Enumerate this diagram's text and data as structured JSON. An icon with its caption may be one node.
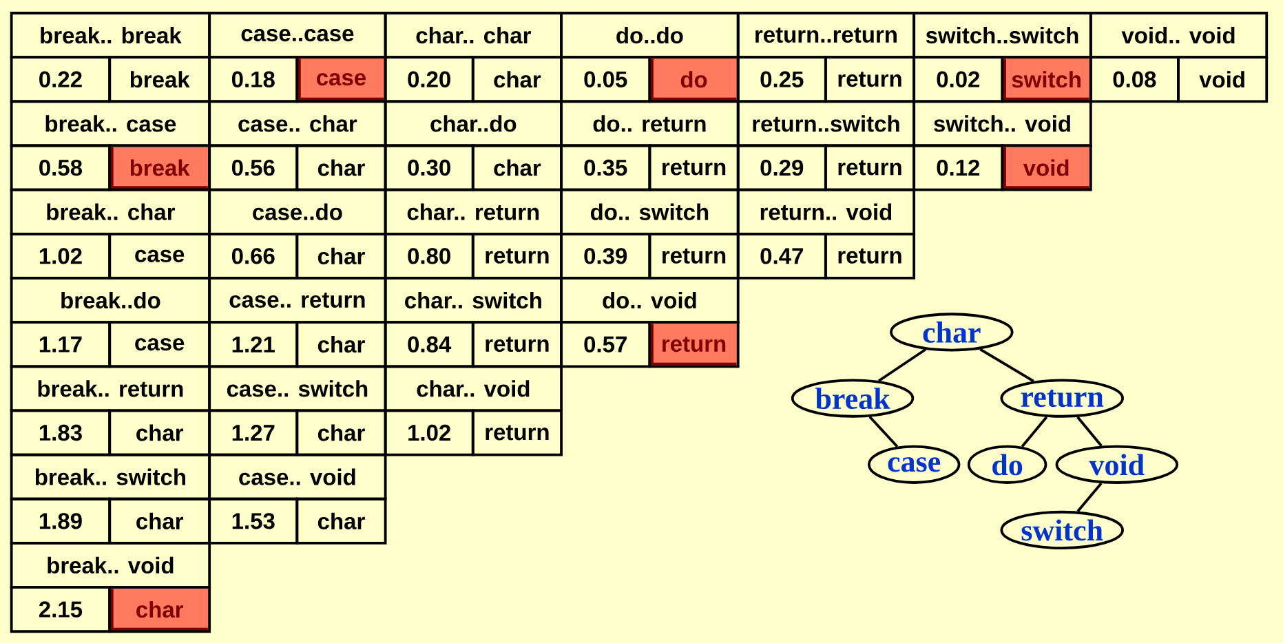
{
  "diagram": {
    "nodes": [
      {
        "text": [
          "char"
        ]
      },
      {
        "text": [
          "break"
        ]
      },
      {
        "text": [
          "return"
        ]
      },
      {
        "text": [
          "case"
        ]
      },
      {
        "text": [
          "do"
        ]
      },
      {
        "text": [
          "void"
        ]
      },
      {
        "text": [
          "switch"
        ]
      }
    ],
    "edges": [
      {
        "from": 0,
        "to": 1,
        "arrow": "none"
      },
      {
        "from": 0,
        "to": 2,
        "arrow": "none"
      },
      {
        "from": 1,
        "to": 3,
        "arrow": "none"
      },
      {
        "from": 2,
        "to": 4,
        "arrow": "none"
      },
      {
        "from": 2,
        "to": 5,
        "arrow": "none"
      },
      {
        "from": 5,
        "to": 6,
        "arrow": "none"
      }
    ],
    "labels": [
      "break.. break",
      "case..case",
      "char.. char",
      "do..do",
      "return..return",
      "switch..switch",
      "void.. void",
      "0.22",
      "break",
      "0.18",
      "case",
      "0.20",
      "char",
      "0.05",
      "do",
      "0.25",
      "return",
      "0.02",
      "switch",
      "0.08",
      "void",
      "break.. case",
      "case.. char",
      "char..do",
      "do.. return",
      "return..switch",
      "switch.. void",
      "0.58",
      "break",
      "0.56",
      "char",
      "0.30",
      "char",
      "0.35",
      "return",
      "0.29",
      "return",
      "0.12",
      "void",
      "break.. char",
      "case..do",
      "char.. return",
      "do.. switch",
      "return.. void",
      "1.02",
      "case",
      "0.66",
      "char",
      "0.80",
      "return",
      "0.39",
      "return",
      "0.47",
      "return",
      "break..do",
      "case.. return",
      "char.. switch",
      "do.. void",
      "1.17",
      "case",
      "1.21",
      "char",
      "0.84",
      "return",
      "0.57",
      "return",
      "break.. return",
      "case.. switch",
      "char.. void",
      "1.83",
      "char",
      "1.27",
      "char",
      "1.02",
      "return",
      "break.. switch",
      "case.. void",
      "1.89",
      "char",
      "1.53",
      "char",
      "break.. void",
      "2.15",
      "char"
    ]
  }
}
